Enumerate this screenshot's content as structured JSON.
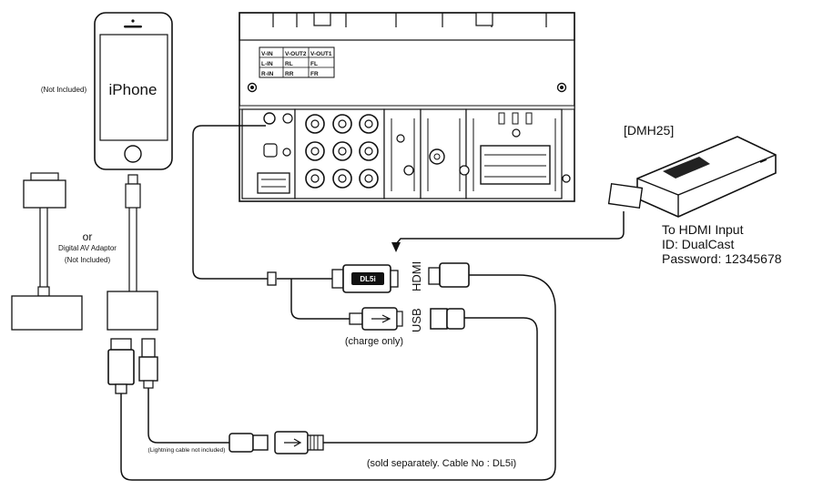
{
  "iphone": {
    "label": "iPhone",
    "note": "(Not Included)"
  },
  "adaptor": {
    "or_label": "or",
    "name": "Digital AV Adaptor",
    "note": "(Not Included)"
  },
  "head_unit": {
    "table": [
      [
        "V-IN",
        "V-OUT2",
        "V-OUT1"
      ],
      [
        "L-IN",
        "RL",
        "FL"
      ],
      [
        "R-IN",
        "RR",
        "FR"
      ]
    ]
  },
  "dongle": {
    "title": "[DMH25]",
    "line1": "To HDMI Input",
    "line2": "ID: DualCast",
    "line3": "Password: 12345678"
  },
  "cable": {
    "hdmi_label": "HDMI",
    "usb_label": "USB",
    "plug_text": "DL5i",
    "charge_note": "(charge only)",
    "lightning_note": "(Lightning cable not included)",
    "sold_note": "(sold separately. Cable No : DL5i)"
  }
}
